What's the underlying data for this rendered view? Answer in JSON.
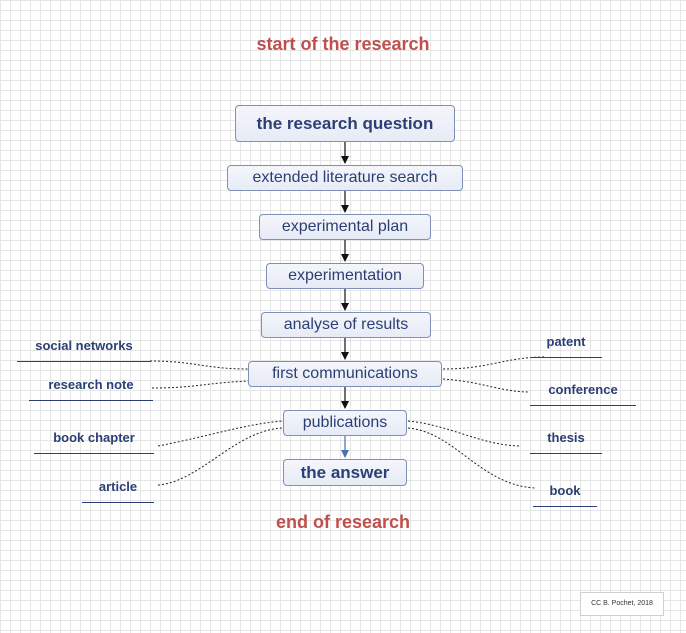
{
  "header": {
    "start_label": "start of the research"
  },
  "footer": {
    "end_label": "end of research"
  },
  "flow": {
    "research_question": "the research question",
    "literature_search": "extended literature search",
    "experimental_plan": "experimental plan",
    "experimentation": "experimentation",
    "analyse_results": "analyse of results",
    "first_communications": "first communications",
    "publications": "publications",
    "answer": "the answer"
  },
  "left_outputs": {
    "social_networks": "social networks",
    "research_note": "research note",
    "book_chapter": "book chapter",
    "article": "article"
  },
  "right_outputs": {
    "patent": "patent",
    "conference": "conference",
    "thesis": "thesis",
    "book": "book"
  },
  "credit": "CC B. Pochet, 2018",
  "colors": {
    "title_red": "#c0504d",
    "text_navy": "#2b3f75",
    "box_border": "#7e8fb8",
    "final_arrow": "#4a6fb5"
  }
}
